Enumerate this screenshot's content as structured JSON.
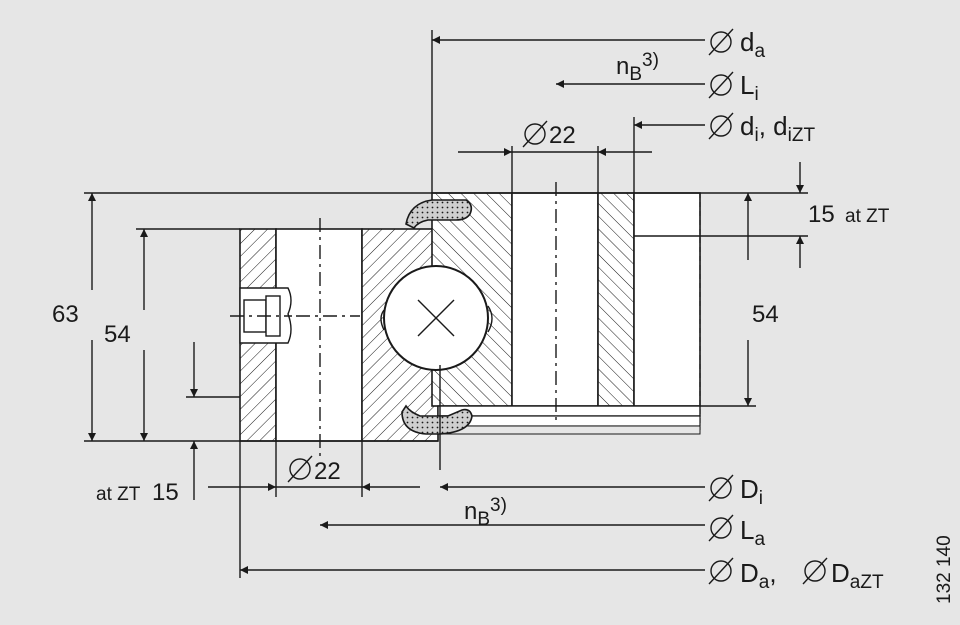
{
  "labels": {
    "da": "da",
    "nb_top": "nB3)",
    "li": "Li",
    "di": "di, diZT",
    "d22_top": "22",
    "h15_right": "15",
    "at_zt_right": "at ZT",
    "h54_right": "54",
    "h63": "63",
    "h54_left": "54",
    "at_zt_left": "at ZT",
    "h15_left": "15",
    "d22_bottom": "22",
    "Di": "Di",
    "nb_bottom": "nB3)",
    "La": "La",
    "Da": "Da, DaZT",
    "drawing_number": "132 140"
  },
  "colors": {
    "background": "#e6e6e6",
    "line": "#1a1a1a",
    "part": "#ffffff"
  }
}
